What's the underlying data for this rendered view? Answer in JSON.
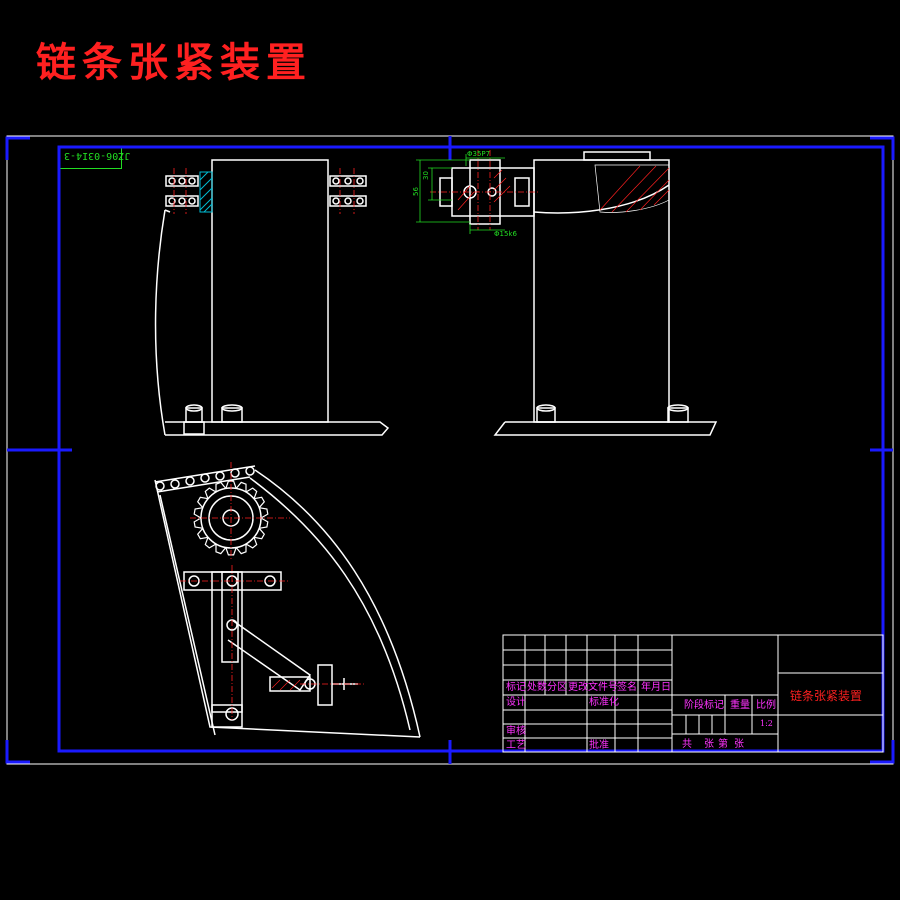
{
  "title": "链条张紧装置",
  "drawing_code": "JZ06-03I4-3",
  "dimensions": {
    "d1": "Φ35P7",
    "d2": "Φ15k6",
    "h1": "56",
    "h2": "30"
  },
  "title_block": {
    "name": "链条张紧装置",
    "row_labels": {
      "mark": "标记",
      "count": "处数",
      "zone": "分区",
      "doc_no": "更改文件号",
      "sign": "签名",
      "date": "年月日",
      "design": "设计",
      "standard": "标准化",
      "stage_mark": "阶段标记",
      "weight": "重量",
      "scale": "比例",
      "review": "审核",
      "process": "工艺",
      "approve": "批准",
      "sheets_total": "共",
      "sheets_unit": "张",
      "sheet_no": "第",
      "sheet_unit": "张"
    },
    "scale_value": "1:2"
  },
  "colors": {
    "outline": "#ffffff",
    "border": "#1a1aff",
    "dimension": "#22dd22",
    "centerline": "#ff2020",
    "hatch": "#00bcd4",
    "title_text": "#ff2020",
    "table_text": "#ff33ff"
  }
}
